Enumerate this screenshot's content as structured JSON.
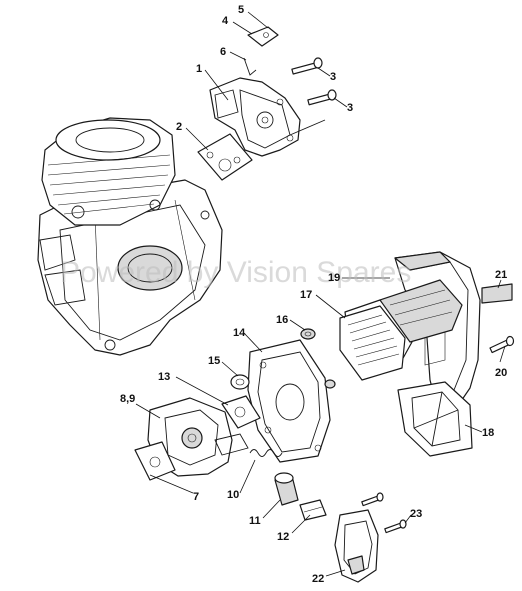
{
  "watermark": "Powered by Vision Spares",
  "callouts": {
    "c1": "1",
    "c2": "2",
    "c3a": "3",
    "c3b": "3",
    "c4": "4",
    "c5": "5",
    "c6": "6",
    "c7": "7",
    "c8": "8,9",
    "c10": "10",
    "c11": "11",
    "c12": "12",
    "c13": "13",
    "c14": "14",
    "c15": "15",
    "c16": "16",
    "c17": "17",
    "c18": "18",
    "c19": "19",
    "c20": "20",
    "c21": "21",
    "c22": "22",
    "c23": "23"
  },
  "colors": {
    "line": "#1a1a1a",
    "shade": "#d9d9d9",
    "watermark": "#bcbcbc"
  }
}
